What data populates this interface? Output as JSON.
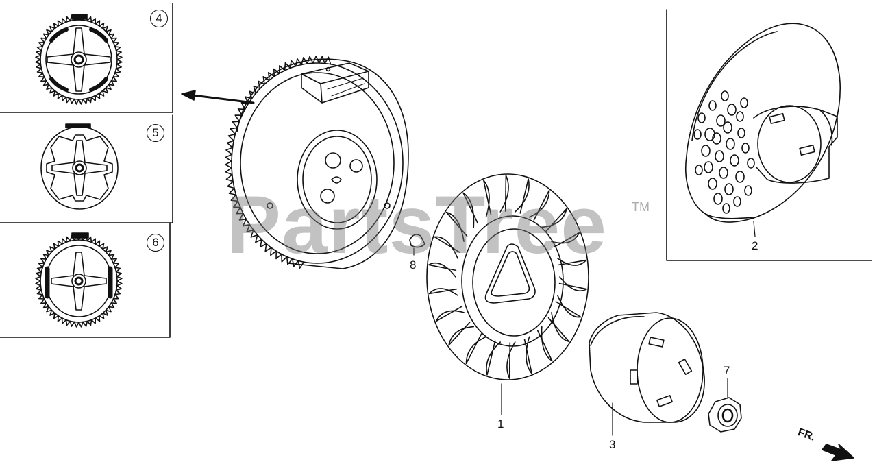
{
  "diagram": {
    "watermark": "PartsTree",
    "trademark": "TM",
    "direction_label": "FR.",
    "callouts": {
      "flywheel_variant_a": "4",
      "flywheel_variant_b": "5",
      "flywheel_variant_c": "6",
      "cooling_fan": "1",
      "pulley": "2",
      "starter_cup": "3",
      "nut": "7",
      "key": "8"
    }
  }
}
